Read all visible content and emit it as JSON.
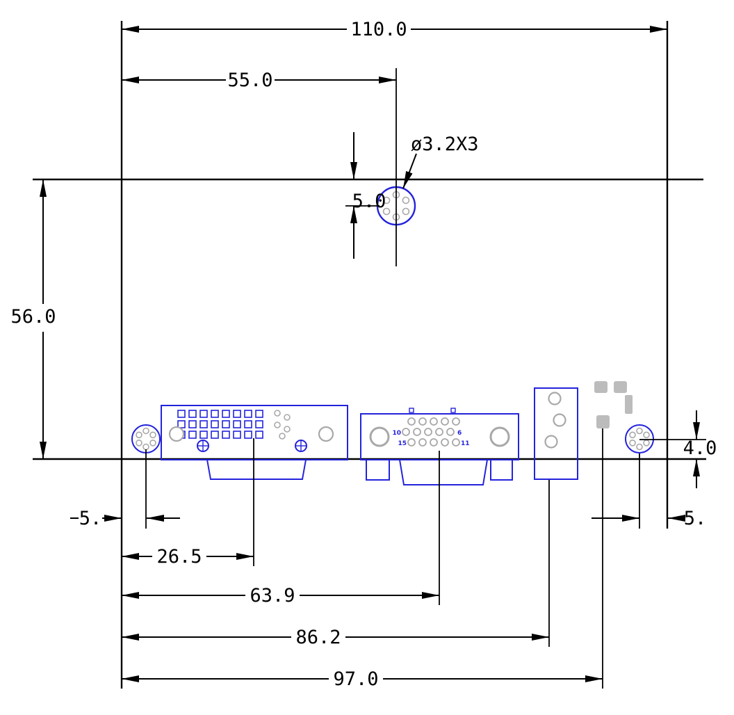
{
  "drawing": {
    "type": "pcb-dimension-drawing",
    "colors": {
      "dimension_lines": "#000000",
      "connector_outline": "#2323dc",
      "component_gray": "#a8a8a8",
      "pad_gray": "#bcbcbc",
      "background": "#ffffff"
    },
    "labels": {
      "overall_width": "110.0",
      "hole_center_from_left": "55.0",
      "hole_callout": "ø3.2X3",
      "hole_center_from_top_edge": "5.0",
      "board_height": "56.0",
      "right_hole_from_bottom": "4.0",
      "left_hole_from_edge": "5.",
      "right_hole_from_edge": "5.",
      "dvi_center_from_left": "26.5",
      "vga_center_from_left": "63.9",
      "audio_center_from_left": "86.2",
      "power_center_from_left": "97.0"
    },
    "vga_pin_labels": {
      "left_mid": "10",
      "right_mid": "6",
      "left_bottom": "15",
      "right_bottom": "11"
    }
  }
}
